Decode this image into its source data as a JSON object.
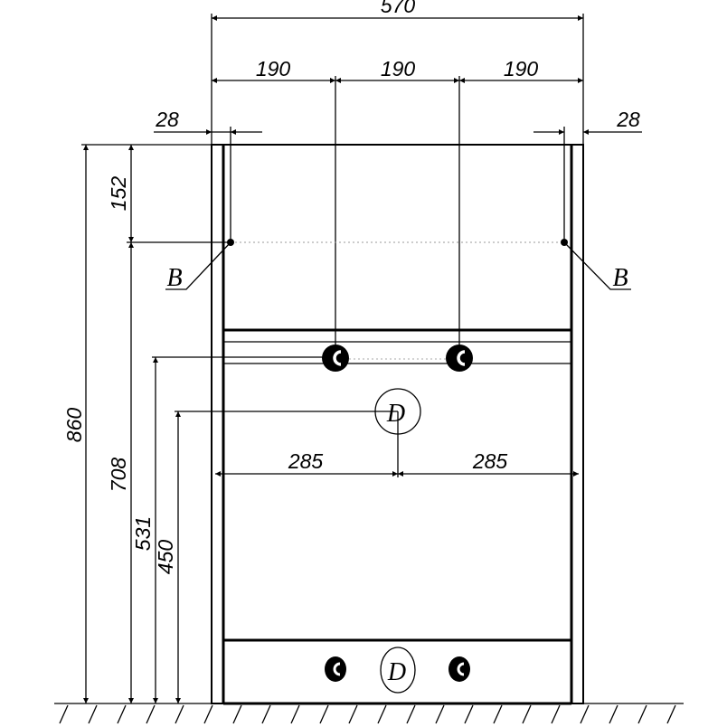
{
  "drawing": {
    "dimensions": {
      "overall_width": "570",
      "section_1": "190",
      "section_2": "190",
      "section_3": "190",
      "left_offset": "28",
      "right_offset": "28",
      "top_offset": "152",
      "overall_height": "860",
      "mount_height": "708",
      "c_height": "531",
      "d_height": "450",
      "half_left": "285",
      "half_right": "285"
    },
    "labels": {
      "b_left": "B",
      "b_right": "B",
      "d_upper": "D",
      "d_lower": "D"
    },
    "colors": {
      "line": "#000000",
      "background": "#ffffff"
    }
  }
}
